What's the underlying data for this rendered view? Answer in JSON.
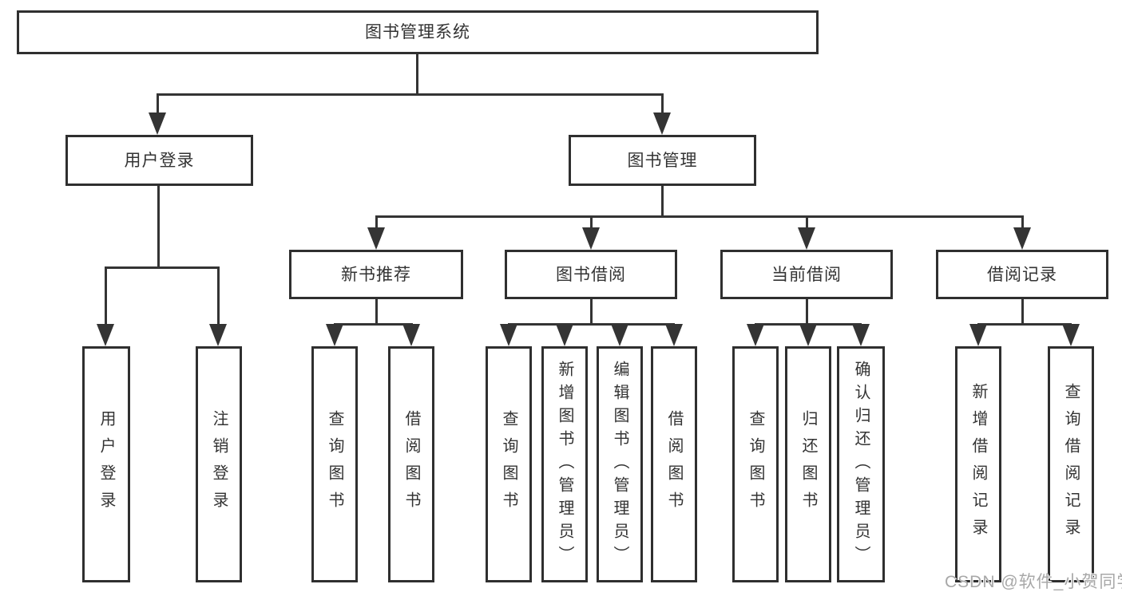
{
  "nodes": {
    "root": "图书管理系统",
    "user_login": "用户登录",
    "book_mgmt": "图书管理",
    "new_book": "新书推荐",
    "book_borrow": "图书借阅",
    "current_borrow": "当前借阅",
    "borrow_record": "借阅记录",
    "leaves": {
      "user_login": [
        "用户登录",
        "注销登录"
      ],
      "new_book": [
        "查询图书",
        "借阅图书"
      ],
      "book_borrow": [
        "查询图书",
        "新增图书（管理员）",
        "编辑图书（管理员）",
        "借阅图书"
      ],
      "current_borrow": [
        "查询图书",
        "归还图书",
        "确认归还（管理员）"
      ],
      "borrow_record": [
        "新增借阅记录",
        "查询借阅记录"
      ]
    }
  },
  "watermark": "CSDN @软件_小贺同学",
  "colors": {
    "line": "#343434",
    "box_border": "#2f2f2f",
    "text": "#333333",
    "background": "#ffffff",
    "watermark": "#a8a8a8"
  }
}
